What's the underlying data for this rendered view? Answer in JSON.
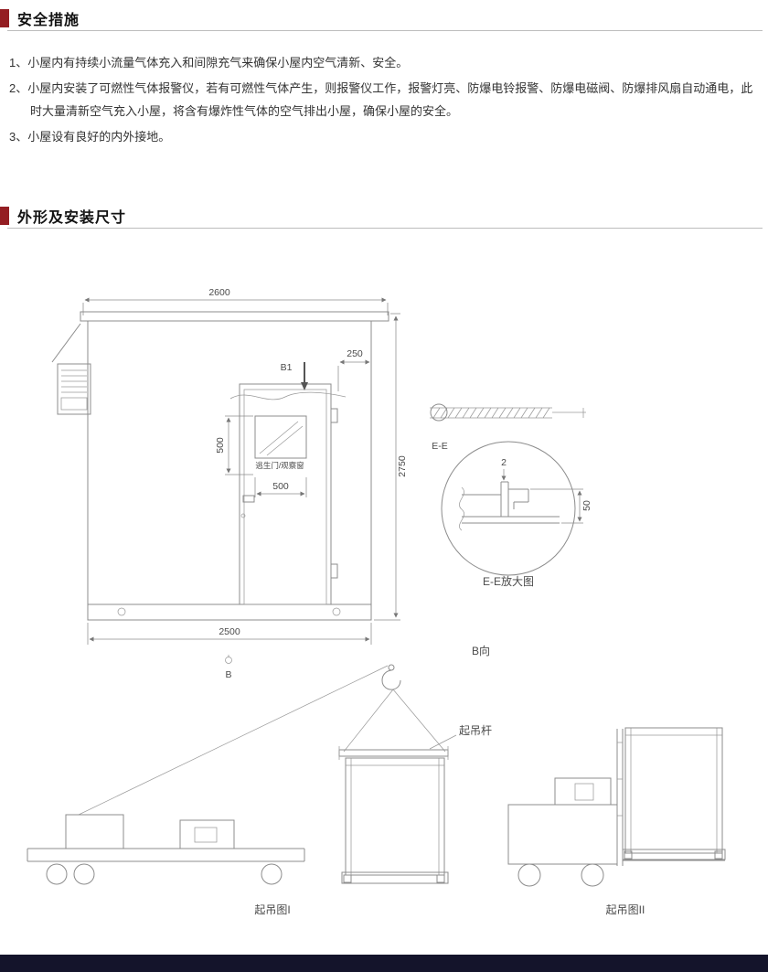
{
  "page": {
    "accent_color": "#941e23",
    "footer_color": "#14142b",
    "background": "#ffffff"
  },
  "sections": {
    "safety": {
      "title": "安全措施",
      "items": [
        "1、小屋内有持续小流量气体充入和间隙充气来确保小屋内空气清新、安全。",
        "2、小屋内安装了可燃性气体报警仪，若有可燃性气体产生，则报警仪工作，报警灯亮、防爆电铃报警、防爆电磁阀、防爆排风扇自动通电，此时大量清新空气充入小屋，将含有爆炸性气体的空气排出小屋，确保小屋的安全。",
        "3、小屋设有良好的内外接地。"
      ]
    },
    "outline": {
      "title": "外形及安装尺寸"
    }
  },
  "drawing": {
    "main_view": {
      "dim_width_top": "2600",
      "dim_height_right": "2750",
      "dim_door_to_wall": "250",
      "dim_window_height": "500",
      "dim_window_width": "500",
      "dim_width_bottom": "2500",
      "door_label": "逃生门/观察窗",
      "label_b1": "B1",
      "label_b": "B"
    },
    "detail_view": {
      "label_section": "E-E",
      "label_detail": "E-E放大图",
      "dim_gap": "2",
      "dim_overlap": "50"
    },
    "view_b": {
      "label": "B向"
    },
    "lifting": {
      "rod_label": "起吊杆",
      "fig1_label": "起吊图I",
      "fig2_label": "起吊图II"
    }
  }
}
